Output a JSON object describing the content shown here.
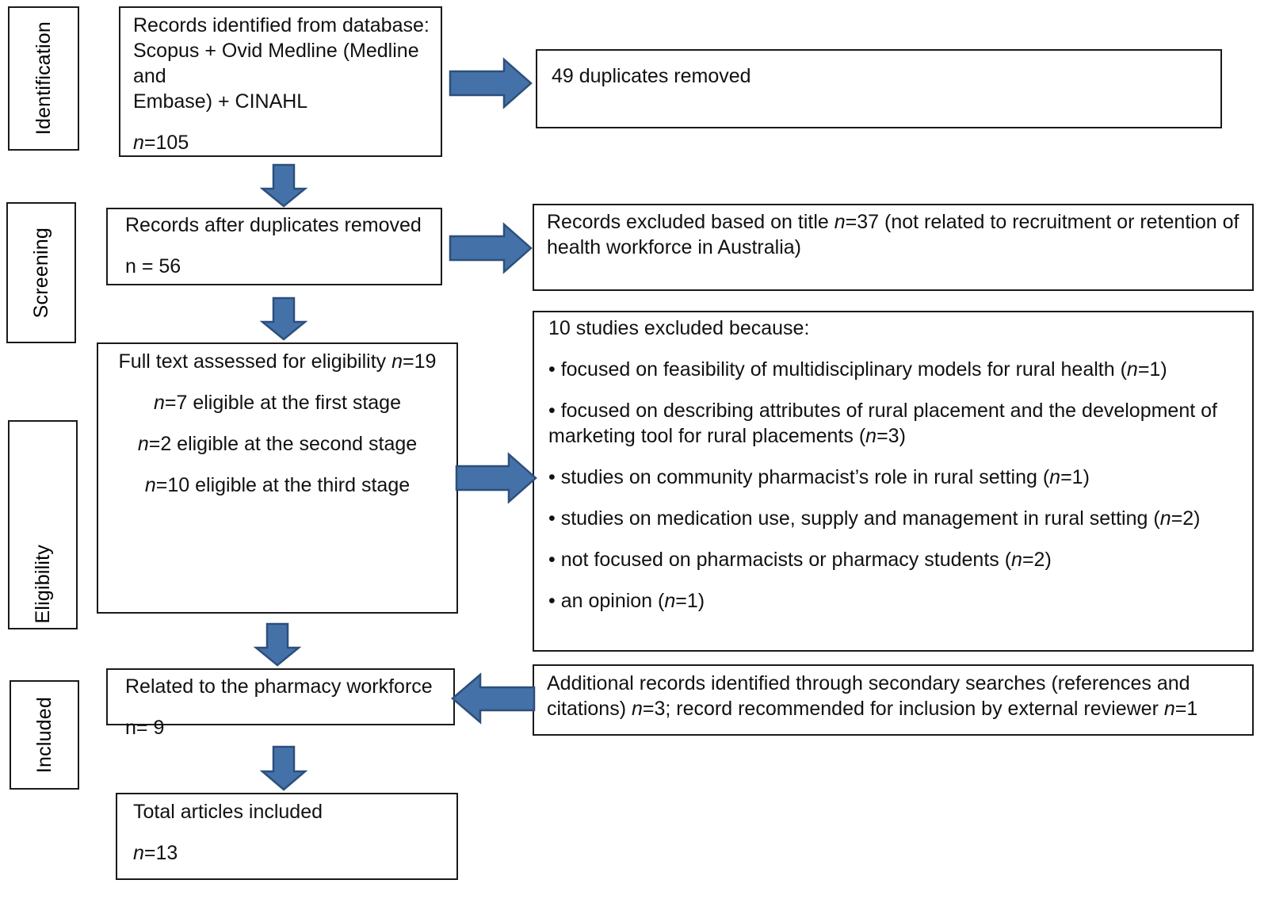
{
  "diagram": {
    "type": "prisma-flow-diagram",
    "title": "PRISMA study selection flow diagram",
    "colors": {
      "arrow_fill": "#4472a8",
      "arrow_stroke": "#2d4f7c",
      "box_border": "#1a1a1a",
      "text": "#111111",
      "background": "#ffffff"
    }
  },
  "stages": [
    {
      "id": "identification",
      "label": "Identification"
    },
    {
      "id": "screening",
      "label": "Screening"
    },
    {
      "id": "eligibility",
      "label": "Eligibility"
    },
    {
      "id": "included",
      "label": "Included"
    }
  ],
  "boxes": {
    "records_identified": {
      "line1": "Records identified from database:",
      "line2": "Scopus + Ovid Medline (Medline and",
      "line3": "Embase) + CINAHL",
      "count_prefix": "n",
      "count_value": "=105"
    },
    "duplicates_removed": {
      "text": "49 duplicates removed"
    },
    "records_after_duplicates": {
      "line1": "Records after duplicates removed",
      "count": "n = 56"
    },
    "excluded_by_title": {
      "part1": "Records excluded based on title ",
      "n_italic": "n",
      "part2": "=37 (not related to recruitment or retention of health workforce in Australia)"
    },
    "full_text_assessed": {
      "line1_text": "Full text assessed for eligibility ",
      "line1_n": "n",
      "line1_value": "=19",
      "line2_n": "n",
      "line2_text": "=7 eligible at the first stage",
      "line3_n": "n",
      "line3_text": "=2 eligible at the second stage",
      "line4_n": "n",
      "line4_text": "=10 eligible at the third stage"
    },
    "studies_excluded": {
      "heading": "10 studies excluded because:",
      "items": [
        {
          "text": "• focused on feasibility of multidisciplinary models for rural health (",
          "n": "n",
          "tail": "=1)"
        },
        {
          "text": "• focused on describing attributes of rural placement and the development of marketing tool for rural placements (",
          "n": "n",
          "tail": "=3)"
        },
        {
          "text": "• studies on community pharmacist’s role in rural setting (",
          "n": "n",
          "tail": "=1)"
        },
        {
          "text": "• studies on medication use, supply and management in rural setting (",
          "n": "n",
          "tail": "=2)"
        },
        {
          "text": "• not focused on pharmacists or pharmacy students (",
          "n": "n",
          "tail": "=2)"
        },
        {
          "text": "• an opinion (",
          "n": "n",
          "tail": "=1)"
        }
      ]
    },
    "related_to_workforce": {
      "line1": "Related to the pharmacy workforce",
      "count": "n= 9"
    },
    "additional_records": {
      "part1": "Additional records identified through secondary searches (references and citations) ",
      "n1": "n",
      "part2": "=3; record recommended for inclusion by external reviewer ",
      "n2": "n",
      "part3": "=1"
    },
    "total_included": {
      "line1": "Total articles included",
      "count_prefix": "n",
      "count_value": "=13"
    }
  },
  "arrows": [
    {
      "id": "identified-to-duplicates",
      "direction": "right"
    },
    {
      "id": "identified-to-screening",
      "direction": "down"
    },
    {
      "id": "screening-to-excluded-title",
      "direction": "right"
    },
    {
      "id": "screening-to-fulltext",
      "direction": "down"
    },
    {
      "id": "fulltext-to-excluded-studies",
      "direction": "right"
    },
    {
      "id": "fulltext-to-related",
      "direction": "down"
    },
    {
      "id": "additional-to-related",
      "direction": "left"
    },
    {
      "id": "related-to-total",
      "direction": "down"
    }
  ]
}
